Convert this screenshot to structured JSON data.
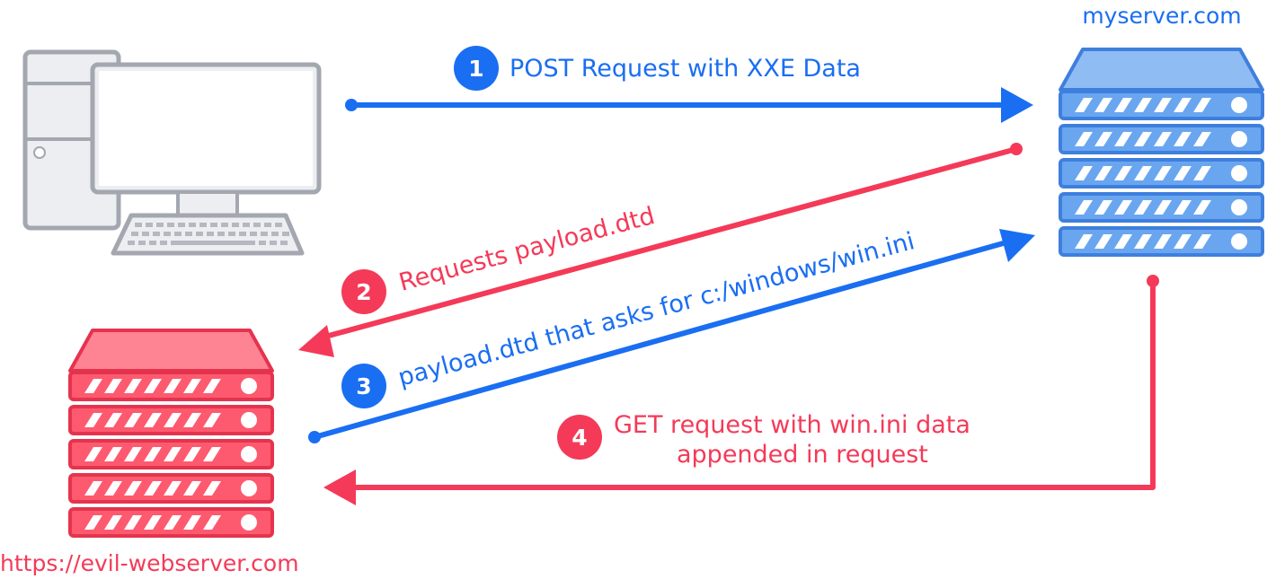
{
  "colors": {
    "blue": "#1a6ef2",
    "red": "#f43a58",
    "gray_stroke": "#a3a7b0",
    "gray_fill": "#e8e9ec",
    "server_blue_fill": "#6aa6ef",
    "server_blue_stroke": "#3e7fde",
    "server_red_fill": "#fd5a6f",
    "server_red_stroke": "#e5334e"
  },
  "nodes": {
    "client": {
      "icon": "desktop-computer-icon"
    },
    "target_server": {
      "icon": "server-rack-icon",
      "label": "myserver.com"
    },
    "attacker_server": {
      "icon": "server-rack-icon",
      "label": "https://evil-webserver.com"
    }
  },
  "steps": [
    {
      "number": "1",
      "label": "POST Request with XXE Data",
      "color": "blue"
    },
    {
      "number": "2",
      "label": "Requests payload.dtd",
      "color": "red"
    },
    {
      "number": "3",
      "label": "payload.dtd that asks for c:/windows/win.ini",
      "color": "blue"
    },
    {
      "number": "4",
      "label_line1": "GET request with win.ini data",
      "label_line2": "appended in request",
      "color": "red"
    }
  ]
}
